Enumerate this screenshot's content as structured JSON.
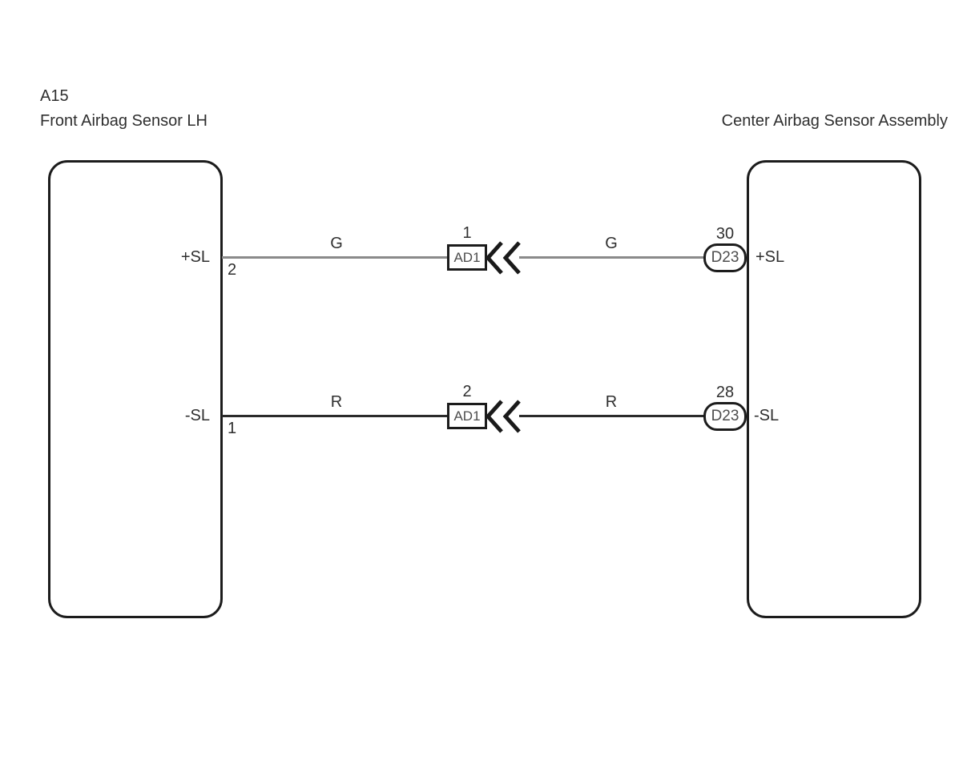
{
  "diagram": {
    "left_component": {
      "code": "A15",
      "name": "Front Airbag Sensor LH"
    },
    "right_component": {
      "name": "Center Airbag Sensor Assembly"
    },
    "wires": [
      {
        "left_terminal": "+SL",
        "left_pin": "2",
        "left_wire_color_code": "G",
        "mid_connector_pin": "1",
        "mid_connector_code": "AD1",
        "right_wire_color_code": "G",
        "right_connector_pin": "30",
        "right_connector_code": "D23",
        "right_terminal": "+SL",
        "wire_hex": "#8a8a8a"
      },
      {
        "left_terminal": "-SL",
        "left_pin": "1",
        "left_wire_color_code": "R",
        "mid_connector_pin": "2",
        "mid_connector_code": "AD1",
        "right_wire_color_code": "R",
        "right_connector_pin": "28",
        "right_connector_code": "D23",
        "right_terminal": "-SL",
        "wire_hex": "#2b2b2b"
      }
    ],
    "colors": {
      "box_border": "#1c1c1c",
      "text": "#2f2f2f",
      "connector_text": "#4d4d4d",
      "background": "#ffffff"
    }
  }
}
